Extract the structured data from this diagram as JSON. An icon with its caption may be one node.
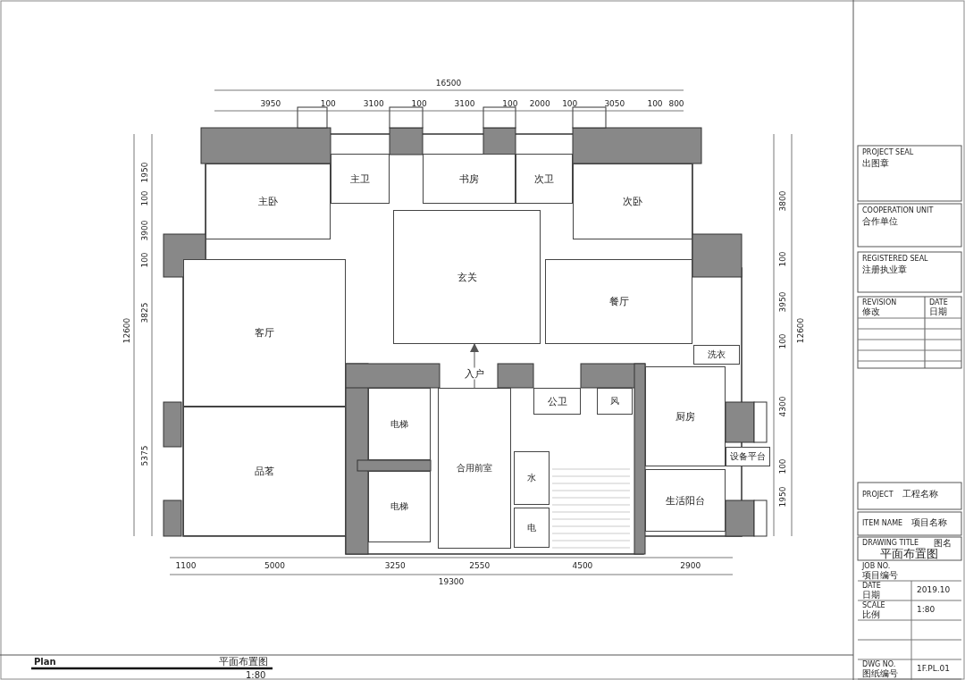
{
  "diagram": {
    "nodes": [
      {
        "text": [
          "主卧"
        ]
      },
      {
        "text": [
          "主卫"
        ]
      },
      {
        "text": [
          "书房"
        ]
      },
      {
        "text": [
          "次卫"
        ]
      },
      {
        "text": [
          "次卧"
        ]
      },
      {
        "text": [
          "客厅"
        ]
      },
      {
        "text": [
          "玄关"
        ]
      },
      {
        "text": [
          "餐厅"
        ]
      },
      {
        "text": [
          "洗衣"
        ]
      },
      {
        "text": [
          "公卫"
        ]
      },
      {
        "text": [
          "风"
        ]
      },
      {
        "text": [
          "厨房"
        ]
      },
      {
        "text": [
          "电梯"
        ]
      },
      {
        "text": [
          "电梯"
        ]
      },
      {
        "text": [
          "合用前室"
        ]
      },
      {
        "text": [
          "水"
        ]
      },
      {
        "text": [
          "电"
        ]
      },
      {
        "text": [
          "设备平台"
        ]
      },
      {
        "text": [
          "生活阳台"
        ]
      },
      {
        "text": [
          "品茗"
        ]
      }
    ],
    "edges": [
      {
        "from": 14,
        "to": 6,
        "arrow": "to",
        "label": "入户"
      }
    ],
    "labels": [
      "16500",
      "3950",
      "100",
      "3100",
      "100",
      "3100",
      "100",
      "2000",
      "100",
      "3050",
      "100",
      "800",
      "1950",
      "100",
      "3900",
      "100",
      "3825",
      "5375",
      "12600",
      "3800",
      "100",
      "3950",
      "100",
      "4300",
      "100",
      "1950",
      "12600",
      "1100",
      "5000",
      "3250",
      "2550",
      "4500",
      "2900",
      "19300",
      "Plan",
      "平面布置图",
      "1:80",
      "PROJECT SEAL",
      "出图章",
      "COOPERATION UNIT",
      "合作单位",
      "REGISTERED SEAL",
      "注册执业章",
      "REVISION",
      "修改",
      "DATE",
      "日期",
      "PROJECT",
      "工程名称",
      "ITEM NAME",
      "项目名称",
      "DRAWING TITLE",
      "图名",
      "平面布置图",
      "JOB NO.",
      "项目编号",
      "DATE",
      "日期",
      "2019.10",
      "SCALE",
      "比例",
      "1:80",
      "DWG NO.",
      "图纸编号",
      "1F.PL.01"
    ]
  }
}
